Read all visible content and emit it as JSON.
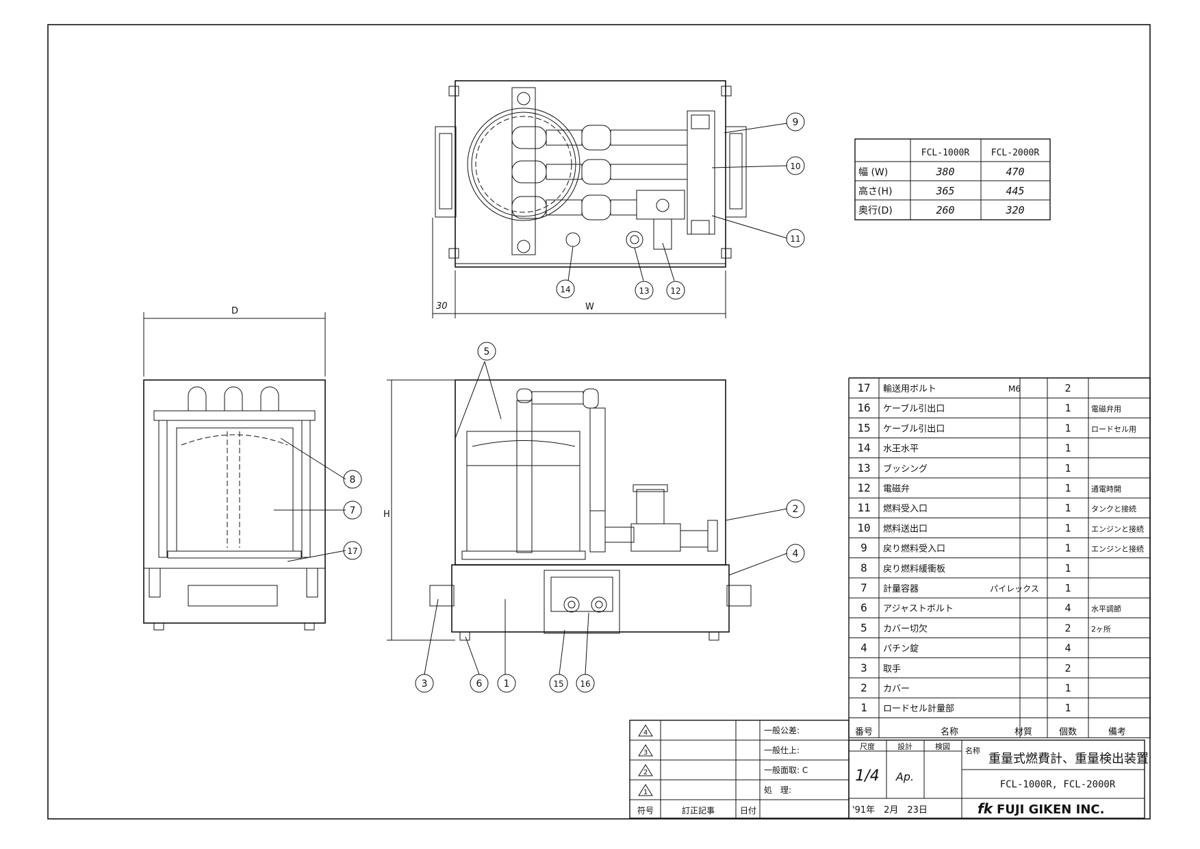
{
  "dimension_table": {
    "columns": [
      "",
      "FCL-1000R",
      "FCL-2000R"
    ],
    "rows": [
      {
        "label": "幅 (W)",
        "v1": "380",
        "v2": "470"
      },
      {
        "label": "高さ(H)",
        "v1": "365",
        "v2": "445"
      },
      {
        "label": "奥行(D)",
        "v1": "260",
        "v2": "320"
      }
    ]
  },
  "dims": {
    "d": "D",
    "w": "W",
    "h": "H",
    "offset": "30"
  },
  "balloons": {
    "b1": "1",
    "b2": "2",
    "b3": "3",
    "b4": "4",
    "b5": "5",
    "b6": "6",
    "b7": "7",
    "b8": "8",
    "b9": "9",
    "b10": "10",
    "b11": "11",
    "b12": "12",
    "b13": "13",
    "b14": "14",
    "b15": "15",
    "b16": "16",
    "b17": "17"
  },
  "parts": [
    {
      "no": "17",
      "name": "輸送用ボルト",
      "material": "M6",
      "qty": "2",
      "note": ""
    },
    {
      "no": "16",
      "name": "ケーブル引出口",
      "material": "",
      "qty": "1",
      "note": "電磁弁用"
    },
    {
      "no": "15",
      "name": "ケーブル引出口",
      "material": "",
      "qty": "1",
      "note": "ロードセル用"
    },
    {
      "no": "14",
      "name": "水王水平",
      "material": "",
      "qty": "1",
      "note": ""
    },
    {
      "no": "13",
      "name": "ブッシング",
      "material": "",
      "qty": "1",
      "note": ""
    },
    {
      "no": "12",
      "name": "電磁弁",
      "material": "",
      "qty": "1",
      "note": "通電時開"
    },
    {
      "no": "11",
      "name": "燃料受入口",
      "material": "",
      "qty": "1",
      "note": "タンクと接続"
    },
    {
      "no": "10",
      "name": "燃料送出口",
      "material": "",
      "qty": "1",
      "note": "エンジンと接続"
    },
    {
      "no": "9",
      "name": "戻り燃料受入口",
      "material": "",
      "qty": "1",
      "note": "エンジンと接続"
    },
    {
      "no": "8",
      "name": "戻り燃料緩衝板",
      "material": "",
      "qty": "1",
      "note": ""
    },
    {
      "no": "7",
      "name": "計量容器",
      "material": "パイレックス",
      "qty": "1",
      "note": ""
    },
    {
      "no": "6",
      "name": "アジャストボルト",
      "material": "",
      "qty": "4",
      "note": "水平調節"
    },
    {
      "no": "5",
      "name": "カバー切欠",
      "material": "",
      "qty": "2",
      "note": "2ヶ所"
    },
    {
      "no": "4",
      "name": "パチン錠",
      "material": "",
      "qty": "4",
      "note": ""
    },
    {
      "no": "3",
      "name": "取手",
      "material": "",
      "qty": "2",
      "note": ""
    },
    {
      "no": "2",
      "name": "カバー",
      "material": "",
      "qty": "1",
      "note": ""
    },
    {
      "no": "1",
      "name": "ロードセル計量部",
      "material": "",
      "qty": "1",
      "note": ""
    }
  ],
  "parts_header": {
    "no": "番号",
    "name": "名称",
    "material": "材質",
    "qty": "個数",
    "note": "備考"
  },
  "revision": {
    "marks": [
      "4",
      "3",
      "2",
      "1"
    ],
    "header_symbol": "符号",
    "header_desc": "訂正記事",
    "header_date": "日付"
  },
  "general": {
    "tolerance": "一般公差:",
    "finish": "一般仕上:",
    "chamfer": "一般面取: C",
    "treatment": "処　理:"
  },
  "title_block": {
    "scale_label": "尺度",
    "design_label": "設計",
    "check_label": "検図",
    "scale_value": "1/4",
    "designer": "Ap.",
    "date": "'91年　2月　23日",
    "name_label": "名称",
    "title": "重量式燃費計、重量検出装置",
    "models": "FCL-1000R,  FCL-2000R",
    "company": "FUJI GIKEN INC."
  }
}
